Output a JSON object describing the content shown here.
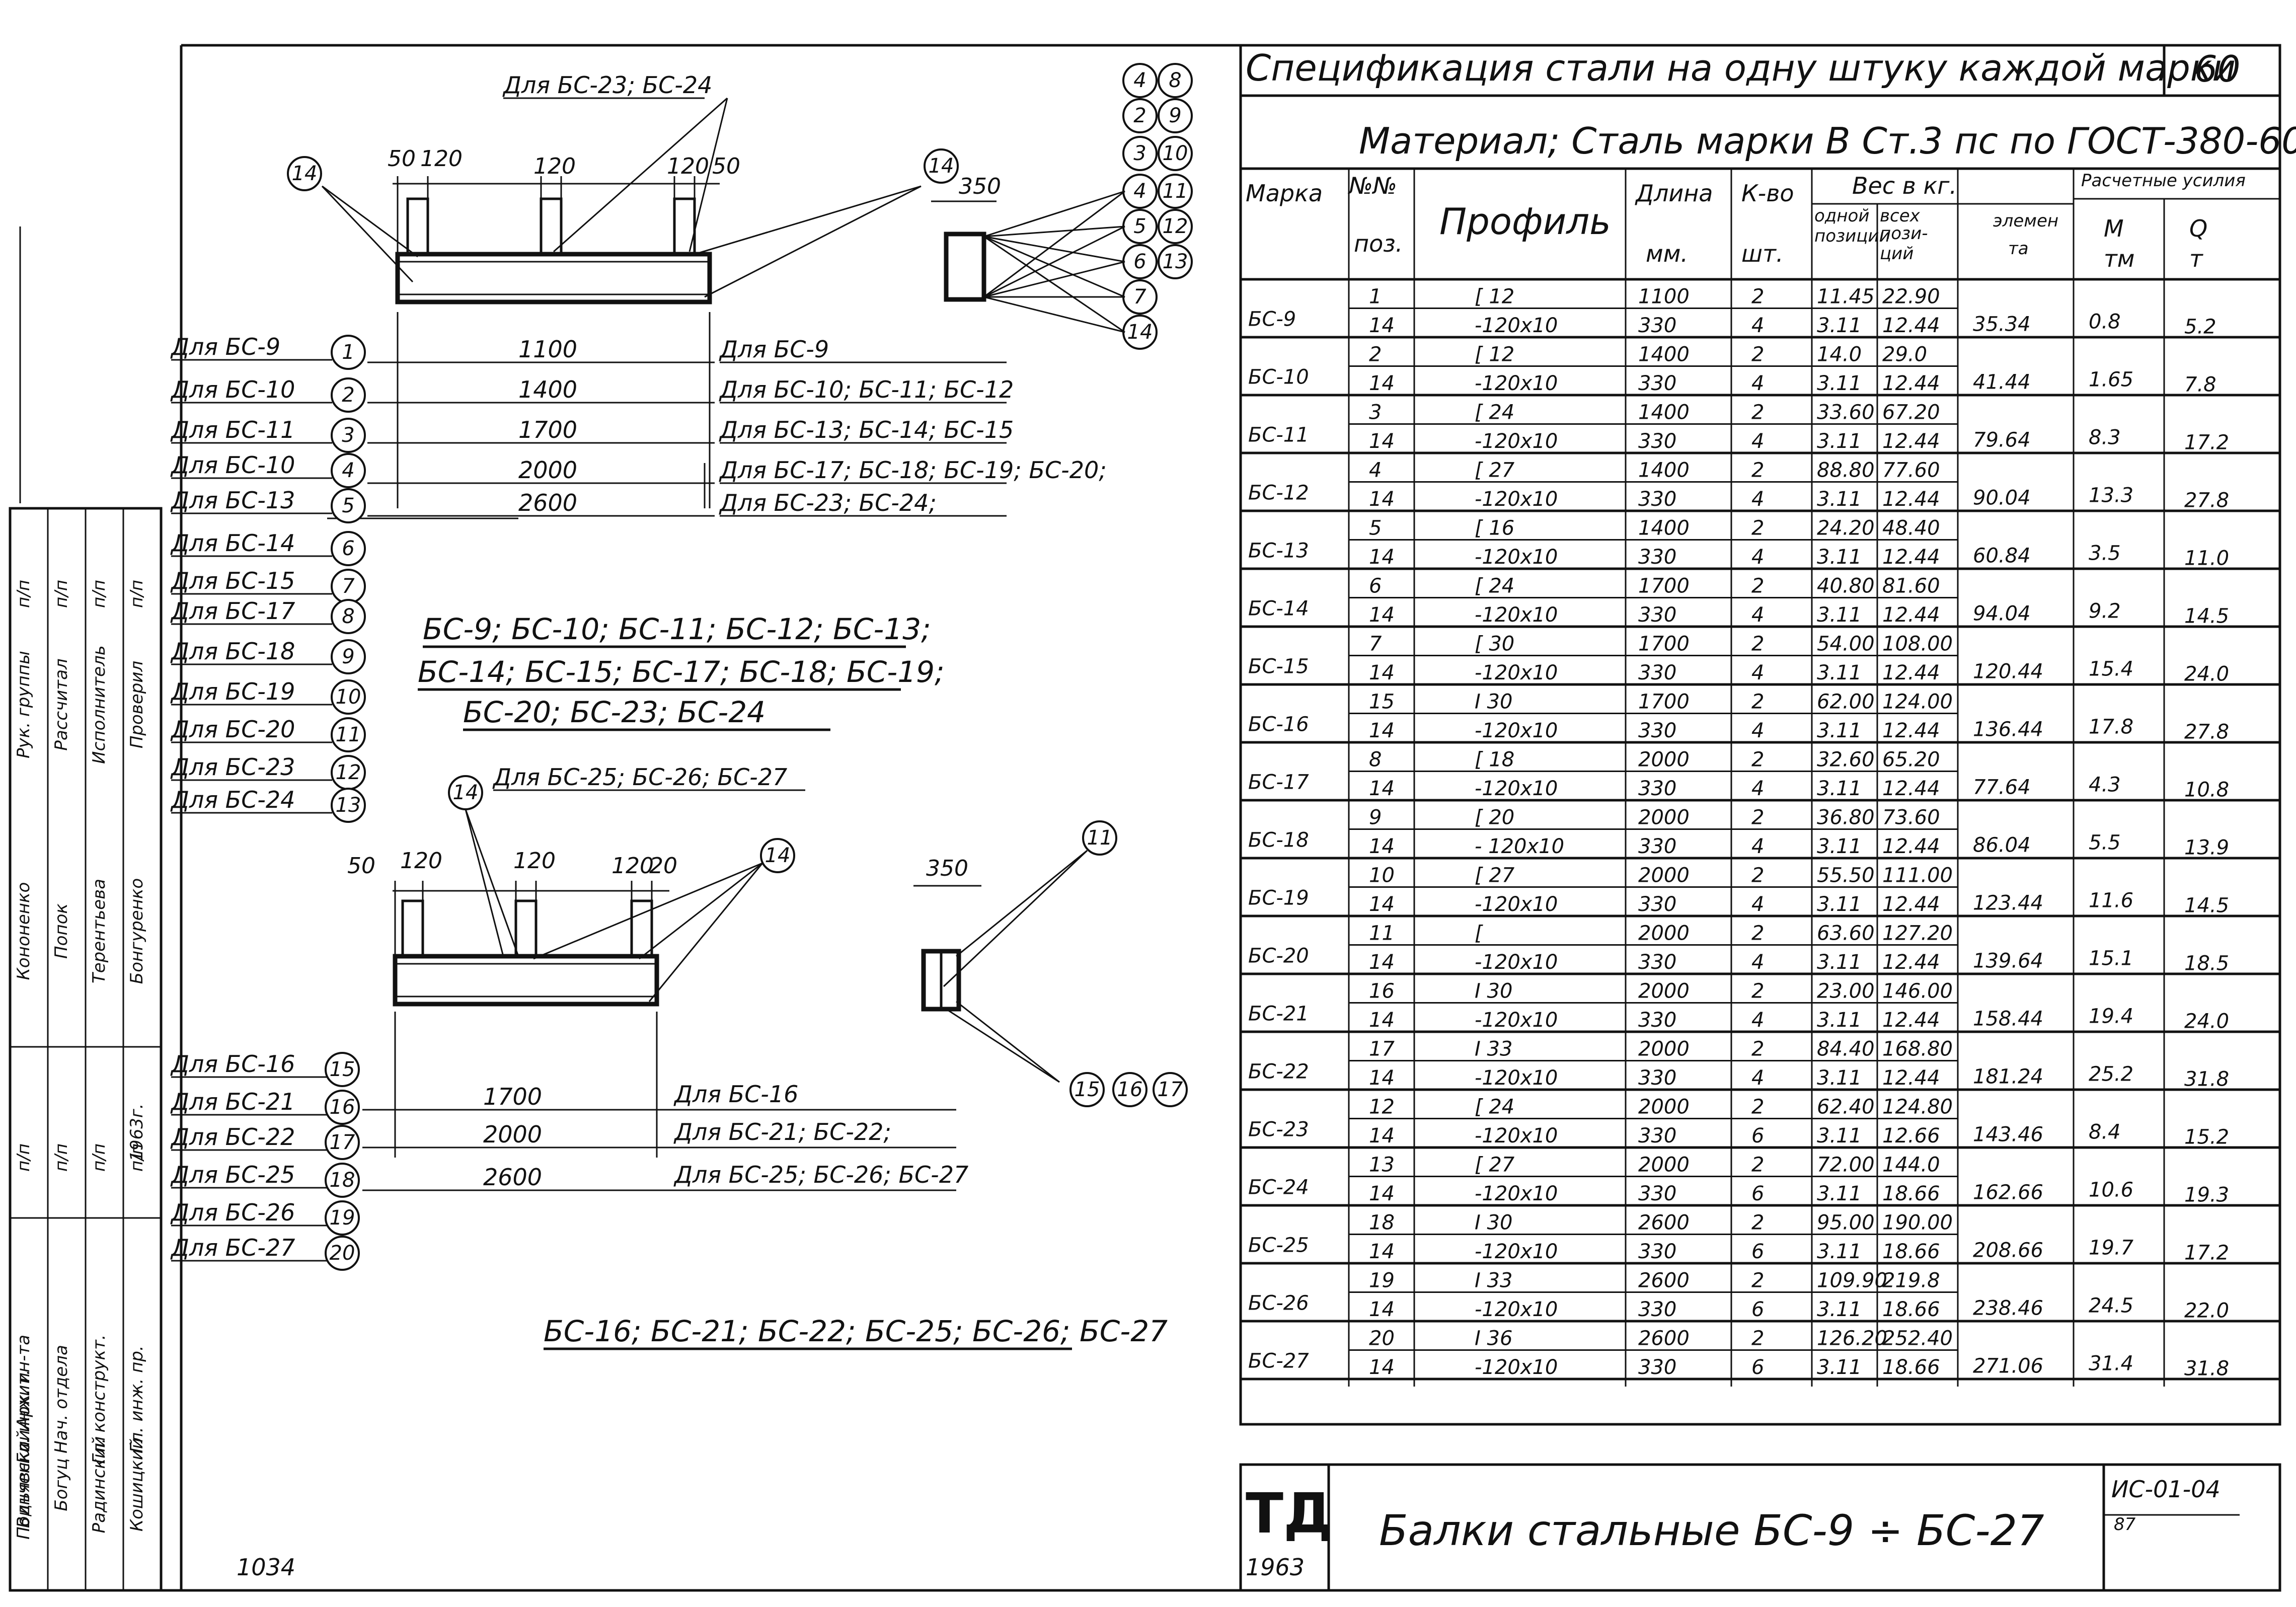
{
  "spec": {
    "title": "Спецификация стали на одну штуку каждой марки",
    "page_number": "60",
    "material": "Материал; Сталь марки В Ст.3 пс по ГОСТ-380-60",
    "headers": {
      "mark": "Марка",
      "pos_line1": "№№",
      "pos_line2": "поз.",
      "profile": "Профиль",
      "length_line1": "Длина",
      "length_line2": "мм.",
      "qty_line1": "К-во",
      "qty_line2": "шт.",
      "weight_group": "Вес в кг.",
      "one_pos_line1": "одной",
      "one_pos_line2": "позиции",
      "all_pos_line1": "всех",
      "all_pos_line2": "пози-",
      "all_pos_line3": "ций",
      "element_line1": "элемен",
      "element_line2": "та",
      "forces": "Расчетные усилия",
      "m_line1": "M",
      "m_line2": "тм",
      "q_line1": "Q",
      "q_line2": "т"
    },
    "rows": [
      {
        "mark": "БС-9",
        "element": "35.34",
        "m": "0.8",
        "q": "5.2",
        "items": [
          {
            "pos": "1",
            "profile": "[ 12",
            "length": "1100",
            "qty": "2",
            "one": "11.45",
            "all": "22.90"
          },
          {
            "pos": "14",
            "profile": "-120х10",
            "length": "330",
            "qty": "4",
            "one": "3.11",
            "all": "12.44"
          }
        ]
      },
      {
        "mark": "БС-10",
        "element": "41.44",
        "m": "1.65",
        "q": "7.8",
        "items": [
          {
            "pos": "2",
            "profile": "[ 12",
            "length": "1400",
            "qty": "2",
            "one": "14.0",
            "all": "29.0"
          },
          {
            "pos": "14",
            "profile": "-120х10",
            "length": "330",
            "qty": "4",
            "one": "3.11",
            "all": "12.44"
          }
        ]
      },
      {
        "mark": "БС-11",
        "element": "79.64",
        "m": "8.3",
        "q": "17.2",
        "items": [
          {
            "pos": "3",
            "profile": "[ 24",
            "length": "1400",
            "qty": "2",
            "one": "33.60",
            "all": "67.20"
          },
          {
            "pos": "14",
            "profile": "-120х10",
            "length": "330",
            "qty": "4",
            "one": "3.11",
            "all": "12.44"
          }
        ]
      },
      {
        "mark": "БС-12",
        "element": "90.04",
        "m": "13.3",
        "q": "27.8",
        "items": [
          {
            "pos": "4",
            "profile": "[ 27",
            "length": "1400",
            "qty": "2",
            "one": "88.80",
            "all": "77.60"
          },
          {
            "pos": "14",
            "profile": "-120х10",
            "length": "330",
            "qty": "4",
            "one": "3.11",
            "all": "12.44"
          }
        ]
      },
      {
        "mark": "БС-13",
        "element": "60.84",
        "m": "3.5",
        "q": "11.0",
        "items": [
          {
            "pos": "5",
            "profile": "[ 16",
            "length": "1400",
            "qty": "2",
            "one": "24.20",
            "all": "48.40"
          },
          {
            "pos": "14",
            "profile": "-120х10",
            "length": "330",
            "qty": "4",
            "one": "3.11",
            "all": "12.44"
          }
        ]
      },
      {
        "mark": "БС-14",
        "element": "94.04",
        "m": "9.2",
        "q": "14.5",
        "items": [
          {
            "pos": "6",
            "profile": "[ 24",
            "length": "1700",
            "qty": "2",
            "one": "40.80",
            "all": "81.60"
          },
          {
            "pos": "14",
            "profile": "-120х10",
            "length": "330",
            "qty": "4",
            "one": "3.11",
            "all": "12.44"
          }
        ]
      },
      {
        "mark": "БС-15",
        "element": "120.44",
        "m": "15.4",
        "q": "24.0",
        "items": [
          {
            "pos": "7",
            "profile": "[ 30",
            "length": "1700",
            "qty": "2",
            "one": "54.00",
            "all": "108.00"
          },
          {
            "pos": "14",
            "profile": "-120х10",
            "length": "330",
            "qty": "4",
            "one": "3.11",
            "all": "12.44"
          }
        ]
      },
      {
        "mark": "БС-16",
        "element": "136.44",
        "m": "17.8",
        "q": "27.8",
        "items": [
          {
            "pos": "15",
            "profile": "I 30",
            "length": "1700",
            "qty": "2",
            "one": "62.00",
            "all": "124.00"
          },
          {
            "pos": "14",
            "profile": "-120х10",
            "length": "330",
            "qty": "4",
            "one": "3.11",
            "all": "12.44"
          }
        ]
      },
      {
        "mark": "БС-17",
        "element": "77.64",
        "m": "4.3",
        "q": "10.8",
        "items": [
          {
            "pos": "8",
            "profile": "[ 18",
            "length": "2000",
            "qty": "2",
            "one": "32.60",
            "all": "65.20"
          },
          {
            "pos": "14",
            "profile": "-120х10",
            "length": "330",
            "qty": "4",
            "one": "3.11",
            "all": "12.44"
          }
        ]
      },
      {
        "mark": "БС-18",
        "element": "86.04",
        "m": "5.5",
        "q": "13.9",
        "items": [
          {
            "pos": "9",
            "profile": "[ 20",
            "length": "2000",
            "qty": "2",
            "one": "36.80",
            "all": "73.60"
          },
          {
            "pos": "14",
            "profile": "- 120х10",
            "length": "330",
            "qty": "4",
            "one": "3.11",
            "all": "12.44"
          }
        ]
      },
      {
        "mark": "БС-19",
        "element": "123.44",
        "m": "11.6",
        "q": "14.5",
        "items": [
          {
            "pos": "10",
            "profile": "[ 27",
            "length": "2000",
            "qty": "2",
            "one": "55.50",
            "all": "111.00"
          },
          {
            "pos": "14",
            "profile": "-120х10",
            "length": "330",
            "qty": "4",
            "one": "3.11",
            "all": "12.44"
          }
        ]
      },
      {
        "mark": "БС-20",
        "element": "139.64",
        "m": "15.1",
        "q": "18.5",
        "items": [
          {
            "pos": "11",
            "profile": "[",
            "length": "2000",
            "qty": "2",
            "one": "63.60",
            "all": "127.20"
          },
          {
            "pos": "14",
            "profile": "-120х10",
            "length": "330",
            "qty": "4",
            "one": "3.11",
            "all": "12.44"
          }
        ]
      },
      {
        "mark": "БС-21",
        "element": "158.44",
        "m": "19.4",
        "q": "24.0",
        "items": [
          {
            "pos": "16",
            "profile": "I 30",
            "length": "2000",
            "qty": "2",
            "one": "23.00",
            "all": "146.00"
          },
          {
            "pos": "14",
            "profile": "-120х10",
            "length": "330",
            "qty": "4",
            "one": "3.11",
            "all": "12.44"
          }
        ]
      },
      {
        "mark": "БС-22",
        "element": "181.24",
        "m": "25.2",
        "q": "31.8",
        "items": [
          {
            "pos": "17",
            "profile": "I 33",
            "length": "2000",
            "qty": "2",
            "one": "84.40",
            "all": "168.80"
          },
          {
            "pos": "14",
            "profile": "-120х10",
            "length": "330",
            "qty": "4",
            "one": "3.11",
            "all": "12.44"
          }
        ]
      },
      {
        "mark": "БС-23",
        "element": "143.46",
        "m": "8.4",
        "q": "15.2",
        "items": [
          {
            "pos": "12",
            "profile": "[ 24",
            "length": "2000",
            "qty": "2",
            "one": "62.40",
            "all": "124.80"
          },
          {
            "pos": "14",
            "profile": "-120х10",
            "length": "330",
            "qty": "6",
            "one": "3.11",
            "all": "12.66"
          }
        ]
      },
      {
        "mark": "БС-24",
        "element": "162.66",
        "m": "10.6",
        "q": "19.3",
        "items": [
          {
            "pos": "13",
            "profile": "[ 27",
            "length": "2000",
            "qty": "2",
            "one": "72.00",
            "all": "144.0"
          },
          {
            "pos": "14",
            "profile": "-120х10",
            "length": "330",
            "qty": "6",
            "one": "3.11",
            "all": "18.66"
          }
        ]
      },
      {
        "mark": "БС-25",
        "element": "208.66",
        "m": "19.7",
        "q": "17.2",
        "items": [
          {
            "pos": "18",
            "profile": "I 30",
            "length": "2600",
            "qty": "2",
            "one": "95.00",
            "all": "190.00"
          },
          {
            "pos": "14",
            "profile": "-120х10",
            "length": "330",
            "qty": "6",
            "one": "3.11",
            "all": "18.66"
          }
        ]
      },
      {
        "mark": "БС-26",
        "element": "238.46",
        "m": "24.5",
        "q": "22.0",
        "items": [
          {
            "pos": "19",
            "profile": "I 33",
            "length": "2600",
            "qty": "2",
            "one": "109.90",
            "all": "219.8"
          },
          {
            "pos": "14",
            "profile": "-120х10",
            "length": "330",
            "qty": "6",
            "one": "3.11",
            "all": "18.66"
          }
        ]
      },
      {
        "mark": "БС-27",
        "element": "271.06",
        "m": "31.4",
        "q": "31.8",
        "items": [
          {
            "pos": "20",
            "profile": "I 36",
            "length": "2600",
            "qty": "2",
            "one": "126.20",
            "all": "252.40"
          },
          {
            "pos": "14",
            "profile": "-120х10",
            "length": "330",
            "qty": "6",
            "one": "3.11",
            "all": "18.66"
          }
        ]
      }
    ]
  },
  "drawing_top": {
    "ref_top": "Для БС-23; БС-24",
    "dims": {
      "d50": "50",
      "d120a": "120",
      "d120b": "120",
      "d120c": "120",
      "d50b": "50",
      "d350": "350"
    },
    "lengths": [
      "1100",
      "1400",
      "1700",
      "2000",
      "2600"
    ],
    "right_labels": [
      "Для БС-9",
      "Для БС-10; БС-11; БС-12",
      "Для БС-13; БС-14; БС-15",
      "Для БС-17; БС-18; БС-19; БС-20;",
      "Для БС-23; БС-24;"
    ],
    "left_labels": [
      "Для БС-9",
      "Для БС-10",
      "Для БС-11",
      "Для БС-10",
      "Для БС-13",
      "Для БС-14",
      "Для БС-15",
      "Для БС-17",
      "Для БС-18",
      "Для БС-19",
      "Для БС-20",
      "Для БС-23",
      "Для БС-24"
    ],
    "left_nums": [
      "1",
      "2",
      "3",
      "4",
      "5",
      "6",
      "7",
      "8",
      "9",
      "10",
      "11",
      "12",
      "13"
    ],
    "circle_col1": [
      "4",
      "2",
      "3",
      "4",
      "5",
      "6",
      "7",
      "14"
    ],
    "circle_col2": [
      "8",
      "9",
      "10",
      "11",
      "12",
      "13"
    ],
    "caption_lines": [
      "БС-9; БС-10; БС-11; БС-12; БС-13;",
      "БС-14; БС-15; БС-17; БС-18; БС-19;",
      "БС-20; БС-23; БС-24"
    ]
  },
  "drawing_bottom": {
    "ref_top": "Для БС-25; БС-26; БС-27",
    "dims": {
      "d50": "50",
      "d120a": "120",
      "d120b": "120",
      "d120c": "120",
      "d20": "20",
      "d350": "350"
    },
    "lengths": [
      "1700",
      "2000",
      "2600"
    ],
    "right_labels": [
      "Для БС-16",
      "Для БС-21; БС-22;",
      "Для БС-25; БС-26; БС-27"
    ],
    "left_labels": [
      "Для БС-16",
      "Для БС-21",
      "Для БС-22",
      "Для БС-25",
      "Для БС-26",
      "Для БС-27"
    ],
    "left_nums": [
      "15",
      "16",
      "17",
      "18",
      "19",
      "20"
    ],
    "right_circles": [
      "15",
      "16",
      "17"
    ],
    "circle_11": "11",
    "circle_14": "14",
    "caption": "БС-16; БС-21; БС-22; БС-25; БС-26; БС-27"
  },
  "stamp": {
    "roles": [
      "Рук. группы",
      "Рассчитал",
      "Исполнитель",
      "Проверил",
      "Гл. инж. ин-та",
      "Нач. отдела",
      "Гл. конструкт.",
      "Гл. инж. пр.",
      "Архит."
    ],
    "names": [
      "Кононенко",
      "Попок",
      "Терентьева",
      "Бонгуренко",
      "Подъявский",
      "Богуц",
      "Радинский",
      "Кошицкий",
      "Винченко"
    ],
    "signs": [
      "п/п",
      "п/п",
      "п/п",
      "п/п",
      "п/п",
      "п/п",
      "п/п",
      "п/п"
    ],
    "year": "1963г."
  },
  "titleblock": {
    "logo": "ТД",
    "logo_year": "1963",
    "title": "Балки стальные БС-9 ÷ БС-27",
    "code": "ИС-01-04",
    "code2": "87"
  },
  "sheet_number": "1034"
}
